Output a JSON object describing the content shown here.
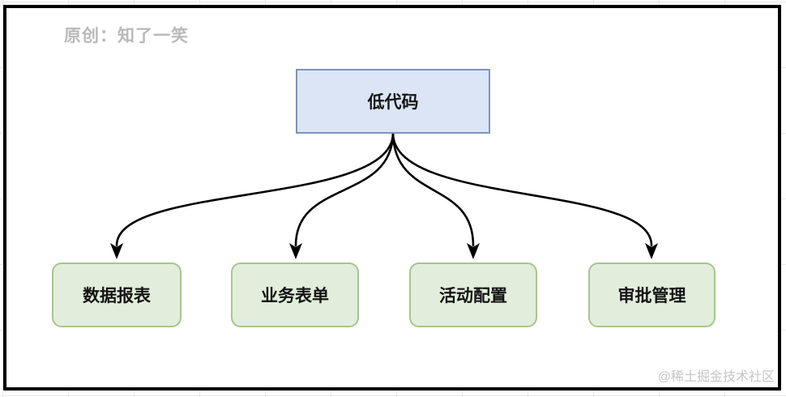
{
  "attribution": {
    "label": "原创：知了一笑",
    "color": "#b9b9b9"
  },
  "watermark": {
    "label": "@稀土掘金技术社区",
    "color": "#c6c6c6"
  },
  "diagram": {
    "type": "flowchart",
    "root": {
      "label": "低代码",
      "fill": "#dbe5f6",
      "border_color": "#7e93bb",
      "shape": "rectangle"
    },
    "children": [
      {
        "label": "数据报表"
      },
      {
        "label": "业务表单"
      },
      {
        "label": "活动配置"
      },
      {
        "label": "审批管理"
      }
    ],
    "child_style": {
      "fill": "#e2eedb",
      "border_color": "#a6c58f",
      "shape": "rounded-rectangle"
    },
    "edges": [
      {
        "from": "低代码",
        "to": "数据报表"
      },
      {
        "from": "低代码",
        "to": "业务表单"
      },
      {
        "from": "低代码",
        "to": "活动配置"
      },
      {
        "from": "低代码",
        "to": "审批管理"
      }
    ],
    "edge_color": "#000000",
    "frame_color": "#000000",
    "grid_color": "#e9e9e9"
  }
}
